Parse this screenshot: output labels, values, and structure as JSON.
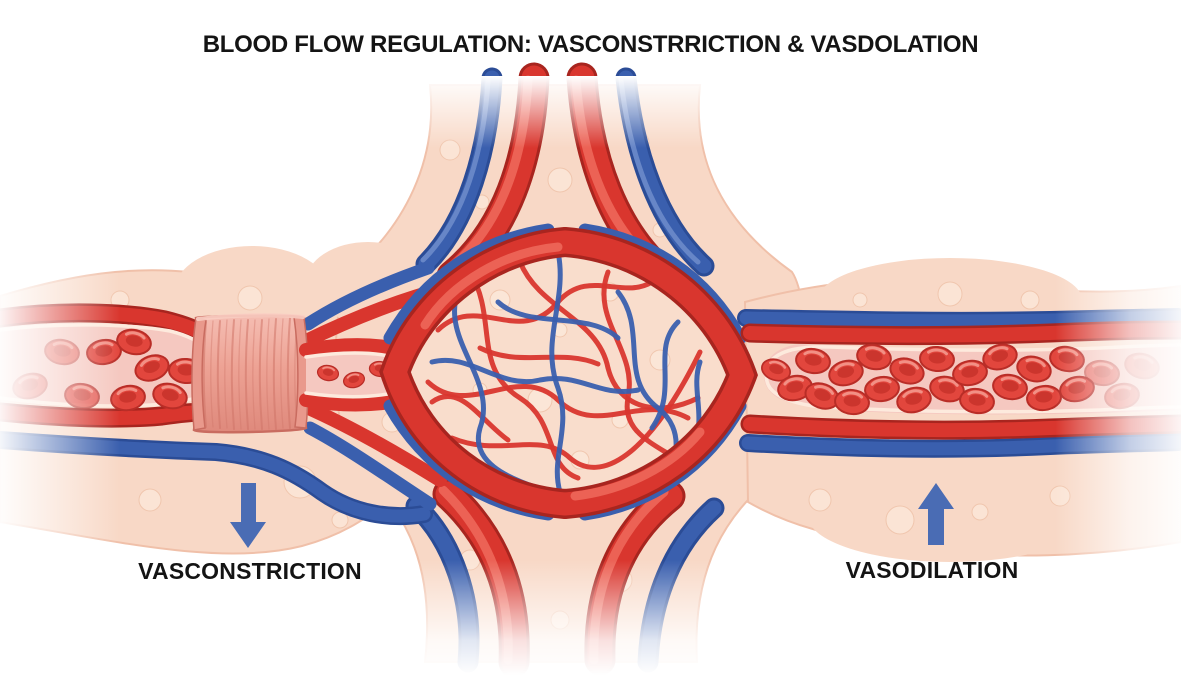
{
  "title": "BLOOD FLOW REGULATION: VASCONSTRRICTION & VASDOLATION",
  "annotations": {
    "left": {
      "label": "VASCONSTRICTION",
      "arrow_direction": "down",
      "icon": "arrow-down-icon"
    },
    "right": {
      "label": "VASODILATION",
      "arrow_direction": "up",
      "icon": "arrow-up-icon"
    }
  },
  "illustration": {
    "parts": [
      {
        "name": "constricted-vessel",
        "side": "left"
      },
      {
        "name": "smooth-muscle-band",
        "side": "left"
      },
      {
        "name": "capillary-bed",
        "side": "center"
      },
      {
        "name": "dilated-vessel",
        "side": "right"
      },
      {
        "name": "red-blood-cells",
        "side": "both"
      },
      {
        "name": "artery-red",
        "side": "all"
      },
      {
        "name": "vein-blue",
        "side": "all"
      }
    ]
  },
  "colors": {
    "background": "#ffffff",
    "title_text": "#141414",
    "label_text": "#141414",
    "arrow_blue": "#4a6cb4",
    "artery_red": "#d9362e",
    "artery_dark": "#a8251f",
    "artery_highlight": "#ef6a5c",
    "vein_blue": "#3a5fae",
    "vein_dark": "#2b4c96",
    "vein_highlight": "#7b97d1",
    "tissue": "#f8d8c6",
    "tissue_edge": "#f0c0a9",
    "bubble": "#fce9db",
    "lumen": "#f5c8c0",
    "lining": "#fdeadd",
    "muscle_light": "#f5bdb2",
    "muscle_dark": "#df897c",
    "muscle_stria": "#cf7568",
    "rbc_fill": "#e2463d",
    "rbc_edge": "#b92d27",
    "rbc_dimple": "#c22d26"
  }
}
